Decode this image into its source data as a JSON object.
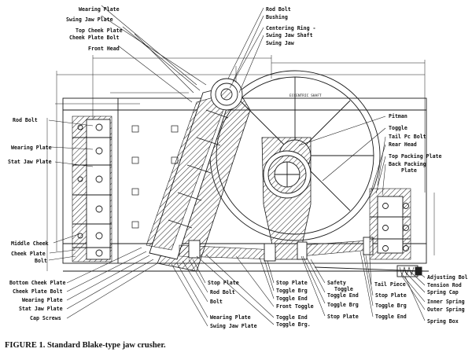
{
  "caption": "FIGURE 1. Standard Blake-type jaw crusher.",
  "labels": {
    "wearing_plate_top": "Wearing Plate",
    "swing_jaw_plate_top": "Swing Jaw Plate",
    "top_cheek_plate": "Top Cheek Plate",
    "cheek_plate_bolt_top": "Cheek Plate Bolt",
    "front_head": "Front Head",
    "rod_bolt_top": "Rod Bolt",
    "bushing": "Bushing",
    "centering_ring": "Centering Ring -",
    "swing_jaw_shaft": "Swing Jaw Shaft",
    "swing_jaw": "Swing Jaw",
    "rod_bolt_left": "Rod Bolt",
    "wearing_plate_left": "Wearing Plate",
    "stat_jaw_plate_left": "Stat Jaw Plate",
    "middle_cheek": "Middle Cheek",
    "cheek_plate": "Cheek Plate",
    "bolt": "Bolt",
    "bottom_cheek_plate": "Bottom Cheek Plate",
    "cheek_plate_bolt_bottom": "Cheek Plate Bolt",
    "wearing_plate_bottom": "Wearing Plate",
    "stat_jaw_plate_bottom": "Stat Jaw Plate",
    "cap_screws": "Cap Screws",
    "pitman": "Pitman",
    "toggle_right": "Toggle",
    "tail_pc_bolt": "Tail Pc Bolt",
    "rear_head": "Rear Head",
    "top_packing_plate": "Top Packing Plate",
    "back_packing": "Back Packing",
    "plate": "Plate",
    "adjusting_bolt": "Adjusting Bol",
    "tension_rod": "Tension Rod",
    "spring_cap": "Spring Cap",
    "inner_spring": "Inner Spring",
    "outer_spring": "Outer Spring",
    "spring_box": "Spring Box",
    "tail_piece": "Tail Piece",
    "stop_plate_r": "Stop Plate",
    "toggle_brg_r": "Toggle Brg",
    "toggle_end_r": "Toggle End",
    "stop_plate_1": "Stop Plate",
    "rod_bolt_b": "Rod Bolt",
    "bolt_b": "Bolt",
    "wearing_plate_b": "Wearing Plate",
    "swing_jaw_plate_b": "Swing Jaw Plate",
    "stop_plate_2": "Stop Plate",
    "toggle_brg_2": "Toggle Brg",
    "toggle_end_2": "Toggle End",
    "front_toggle": "Front Toggle",
    "toggle_end_3": "Toggle End",
    "toggle_brg_3": "Toggle Brg.",
    "safety": "Safety",
    "toggle_s": "Toggle",
    "toggle_end_s": "Toggle End",
    "toggle_brg_s": "Toggle Brg",
    "stop_plate_3": "Stop Plate",
    "eccentric_shaft": "ECCENTRIC SHAFT"
  }
}
